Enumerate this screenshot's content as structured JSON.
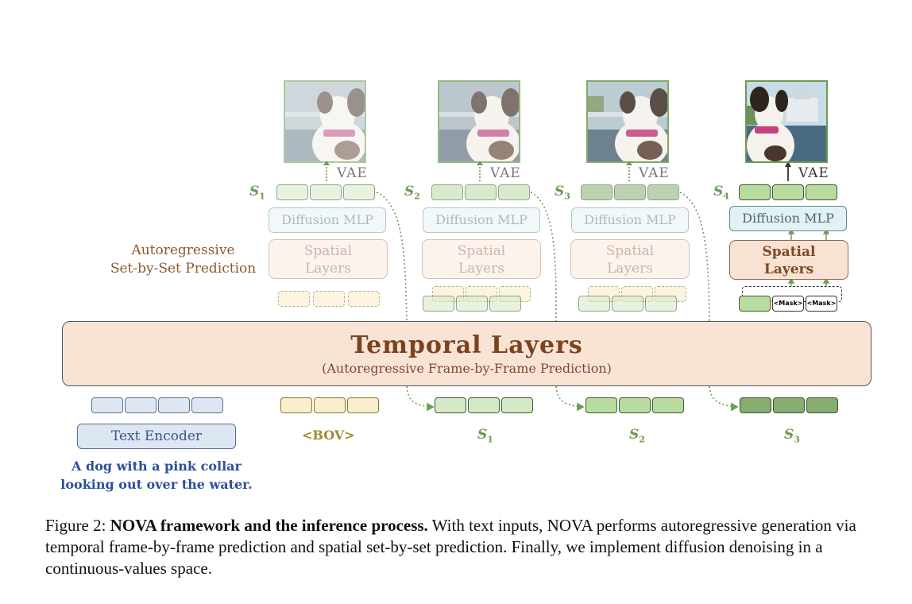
{
  "temporal": {
    "title": "Temporal Layers",
    "subtitle": "(Autoregressive Frame-by-Frame Prediction)"
  },
  "autoregressive_label": {
    "line1": "Autoregressive",
    "line2": "Set-by-Set Prediction"
  },
  "vae_label": "VAE",
  "diffusion_label": "Diffusion MLP",
  "spatial_label": {
    "line1": "Spatial",
    "line2": "Layers"
  },
  "mask_label": "<Mask>",
  "text_encoder": "Text Encoder",
  "prompt": {
    "line1": "A dog with a pink collar",
    "line2": "looking out over the water."
  },
  "bov_label": "<BOV>",
  "set_labels": [
    {
      "symbol": "S",
      "index": "1"
    },
    {
      "symbol": "S",
      "index": "2"
    },
    {
      "symbol": "S",
      "index": "3"
    },
    {
      "symbol": "S",
      "index": "4"
    }
  ],
  "caption": {
    "prefix": "Figure 2: ",
    "bold": "NOVA framework and the inference process.",
    "rest": " With text inputs, NOVA performs autoregressive generation via temporal frame-by-frame prediction and spatial set-by-set prediction. Finally, we implement diffusion denoising in a continuous-values space."
  },
  "colors": {
    "green_accent": "#6e9a52",
    "temporal_fill": "#f9e3d5",
    "spatial_fill": "#f8e2d3",
    "diffusion_fill": "#e3f1f4",
    "text_blue": "#2c4f9a",
    "bov_gold": "#a2882d"
  },
  "icons": [
    "dog-photo-icon",
    "up-arrow-icon",
    "dotted-connector-icon"
  ]
}
